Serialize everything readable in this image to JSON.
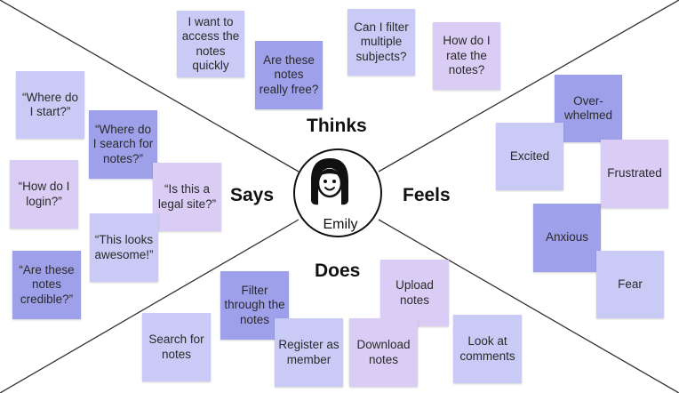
{
  "persona": {
    "name": "Emily"
  },
  "quadrants": {
    "thinks": "Thinks",
    "says": "Says",
    "feels": "Feels",
    "does": "Does"
  },
  "notes": {
    "thinks": [
      "I want to access the notes quickly",
      "Are these notes really free?",
      "Can I filter multiple subjects?",
      "How do I rate the notes?"
    ],
    "says": [
      "“Where do I start?”",
      "“Where do I search for notes?”",
      "“How do I login?”",
      "“Is this a legal site?”",
      "“This looks awesome!”",
      "“Are these notes credible?”"
    ],
    "feels": [
      "Over-whelmed",
      "Excited",
      "Frustrated",
      "Anxious",
      "Fear"
    ],
    "does": [
      "Filter through the notes",
      "Upload notes",
      "Search for notes",
      "Register as member",
      "Download notes",
      "Look at comments"
    ]
  },
  "colors": {
    "note_light": "#c9cbf6",
    "note_mid": "#aeb1ee",
    "note_dark": "#9ea1ea",
    "note_lavender": "#d9cdf5",
    "line": "#333333"
  },
  "icons": [
    "woman-face-icon"
  ]
}
